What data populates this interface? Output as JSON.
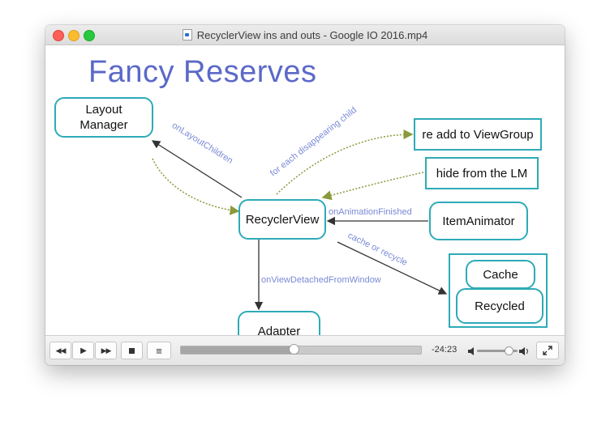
{
  "window": {
    "title": "RecyclerView ins and outs - Google IO 2016.mp4"
  },
  "slide": {
    "title": "Fancy Reserves",
    "nodes": {
      "layout_manager": [
        "Layout",
        "Manager"
      ],
      "recyclerview": "RecyclerView",
      "add_viewgroup": "re add to ViewGroup",
      "hide_lm": "hide from the LM",
      "itemanimator": "ItemAnimator",
      "adapter": "Adapter",
      "cache": "Cache",
      "recycled": "Recycled"
    },
    "labels": {
      "on_layout_children": "onLayoutChildren",
      "for_each_disappearing": "for each disappearing child",
      "on_animation_finished": "onAnimationFinished",
      "cache_or_recycle": "cache or recycle",
      "on_view_detached": "onViewDetachedFromWindow"
    },
    "colors": {
      "title": "#5b69c8",
      "node_border": "#2eaab8",
      "label": "#7a8ad6",
      "dotted_arrow": "#8a9a3a"
    }
  },
  "player": {
    "time_remaining": "-24:23",
    "progress": 0.47,
    "volume": 0.78,
    "icons": {
      "rewind": "rewind-icon",
      "play": "play-icon",
      "fast_forward": "fast-forward-icon",
      "stop": "stop-icon",
      "playlist": "playlist-icon",
      "volume_low": "volume-low-icon",
      "volume_high": "volume-high-icon",
      "fullscreen": "fullscreen-icon"
    }
  }
}
